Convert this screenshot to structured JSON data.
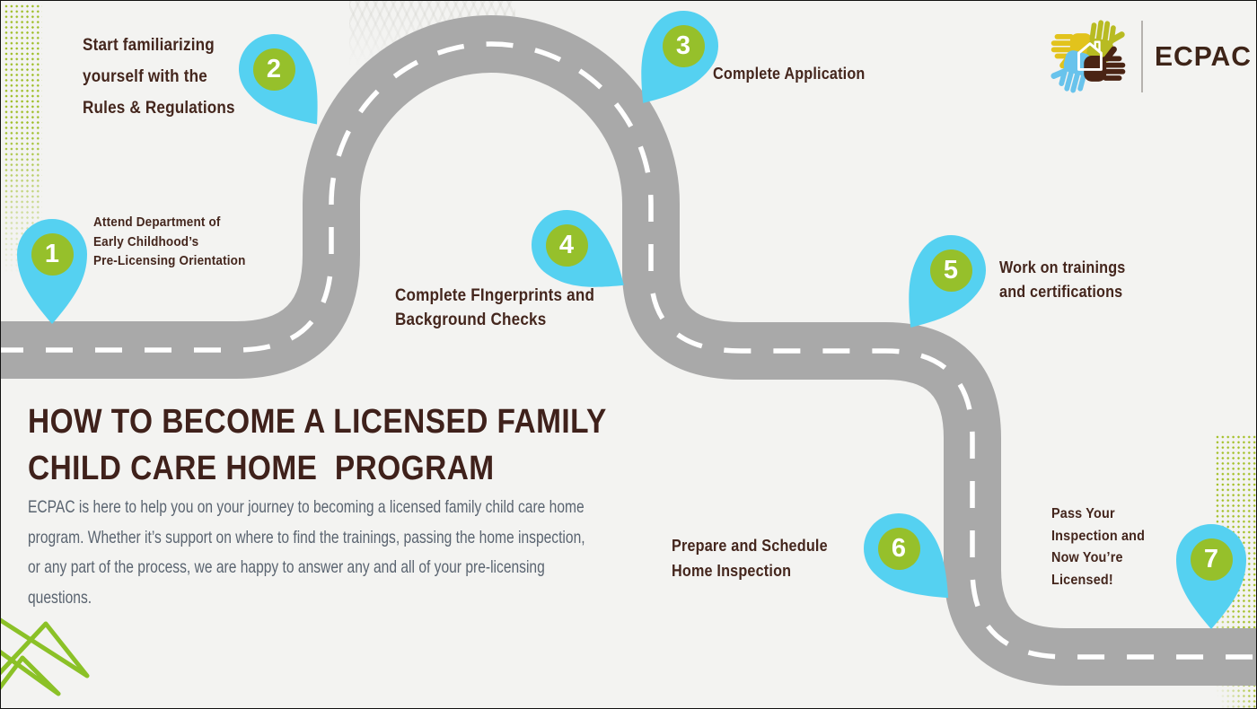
{
  "page": {
    "background_color": "#f3f3f1",
    "description": "Roadmap infographic with a winding gray road, seven numbered map pins and step labels"
  },
  "logo": {
    "wordmark": "ECPAC",
    "mark": "four-hands-around-house",
    "colors": {
      "hand_yellow": "#e2c31c",
      "hand_olive": "#b8bb22",
      "hand_blue": "#68c3ec",
      "hand_brown": "#4a2414",
      "house_outline": "#ffffff"
    }
  },
  "title": {
    "line1": "HOW TO BECOME A LICENSED FAMILY",
    "line2": "CHILD CARE HOME  PROGRAM"
  },
  "intro": "ECPAC is here to help you on your journey to becoming a licensed family child care home program. Whether it’s support on where to find the trainings, passing the home inspection, or any part of the process, we are happy to answer any and all of your pre-licensing questions.",
  "steps": [
    {
      "number": "1",
      "label": "Attend Department of\nEarly Childhood’s\nPre-Licensing Orientation"
    },
    {
      "number": "2",
      "label": "Start familiarizing\nyourself with the\nRules & Regulations"
    },
    {
      "number": "3",
      "label": "Complete Application"
    },
    {
      "number": "4",
      "label": "Complete FIngerprints and\nBackground Checks"
    },
    {
      "number": "5",
      "label": "Work on trainings\nand certifications"
    },
    {
      "number": "6",
      "label": "Prepare and Schedule\nHome Inspection"
    },
    {
      "number": "7",
      "label": "Pass Your\nInspection and\nNow You’re\nLicensed!"
    }
  ],
  "colors": {
    "road_gray": "#a9a9a9",
    "road_dash": "#ffffff",
    "pin_balloon_cyan": "#55d1f1",
    "pin_circle_green": "#96c02b",
    "title_brown": "#3f211b",
    "step_text_brown": "#44261d",
    "body_text_gray": "#5a6470",
    "decor_green": "#8bc127"
  },
  "icons": {
    "pin": "location-pin",
    "logo_mark": "hands-pinwheel-house",
    "decor": [
      "dot-grid-top-left",
      "dot-grid-bottom-right",
      "chevron-hatch",
      "green-squiggle"
    ]
  }
}
